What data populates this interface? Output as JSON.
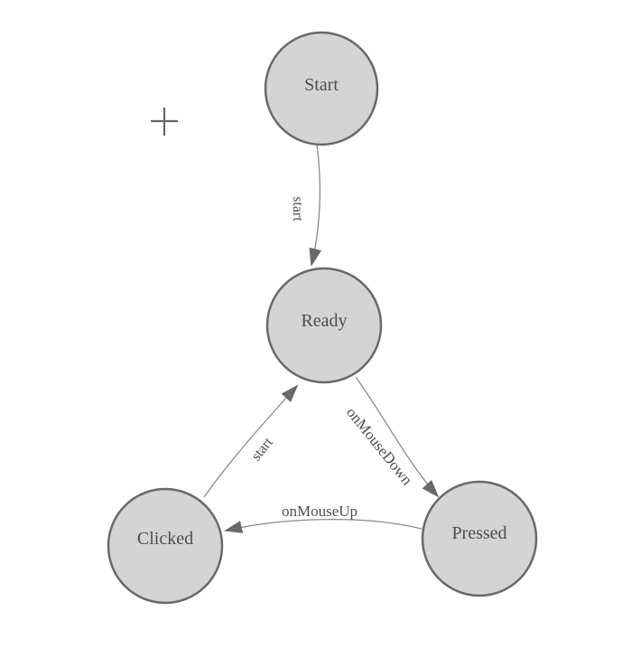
{
  "diagram": {
    "kind": "state-machine",
    "nodes": [
      {
        "id": "start",
        "label": "Start"
      },
      {
        "id": "ready",
        "label": "Ready"
      },
      {
        "id": "clicked",
        "label": "Clicked"
      },
      {
        "id": "pressed",
        "label": "Pressed"
      }
    ],
    "edges": [
      {
        "from": "Start",
        "to": "Ready",
        "label": "start"
      },
      {
        "from": "Clicked",
        "to": "Ready",
        "label": "start"
      },
      {
        "from": "Ready",
        "to": "Pressed",
        "label": "onMouseDown"
      },
      {
        "from": "Pressed",
        "to": "Clicked",
        "label": "onMouseUp"
      }
    ]
  },
  "cursor": {
    "icon": "crosshair-plus-icon"
  },
  "colors": {
    "background": "#ffffff",
    "node_fill": "#d4d4d4",
    "node_stroke": "#696969",
    "edge_stroke": "#8a8a8a",
    "arrow_fill": "#696969",
    "label_color": "#4d4d4d",
    "cursor_color": "#666666"
  }
}
